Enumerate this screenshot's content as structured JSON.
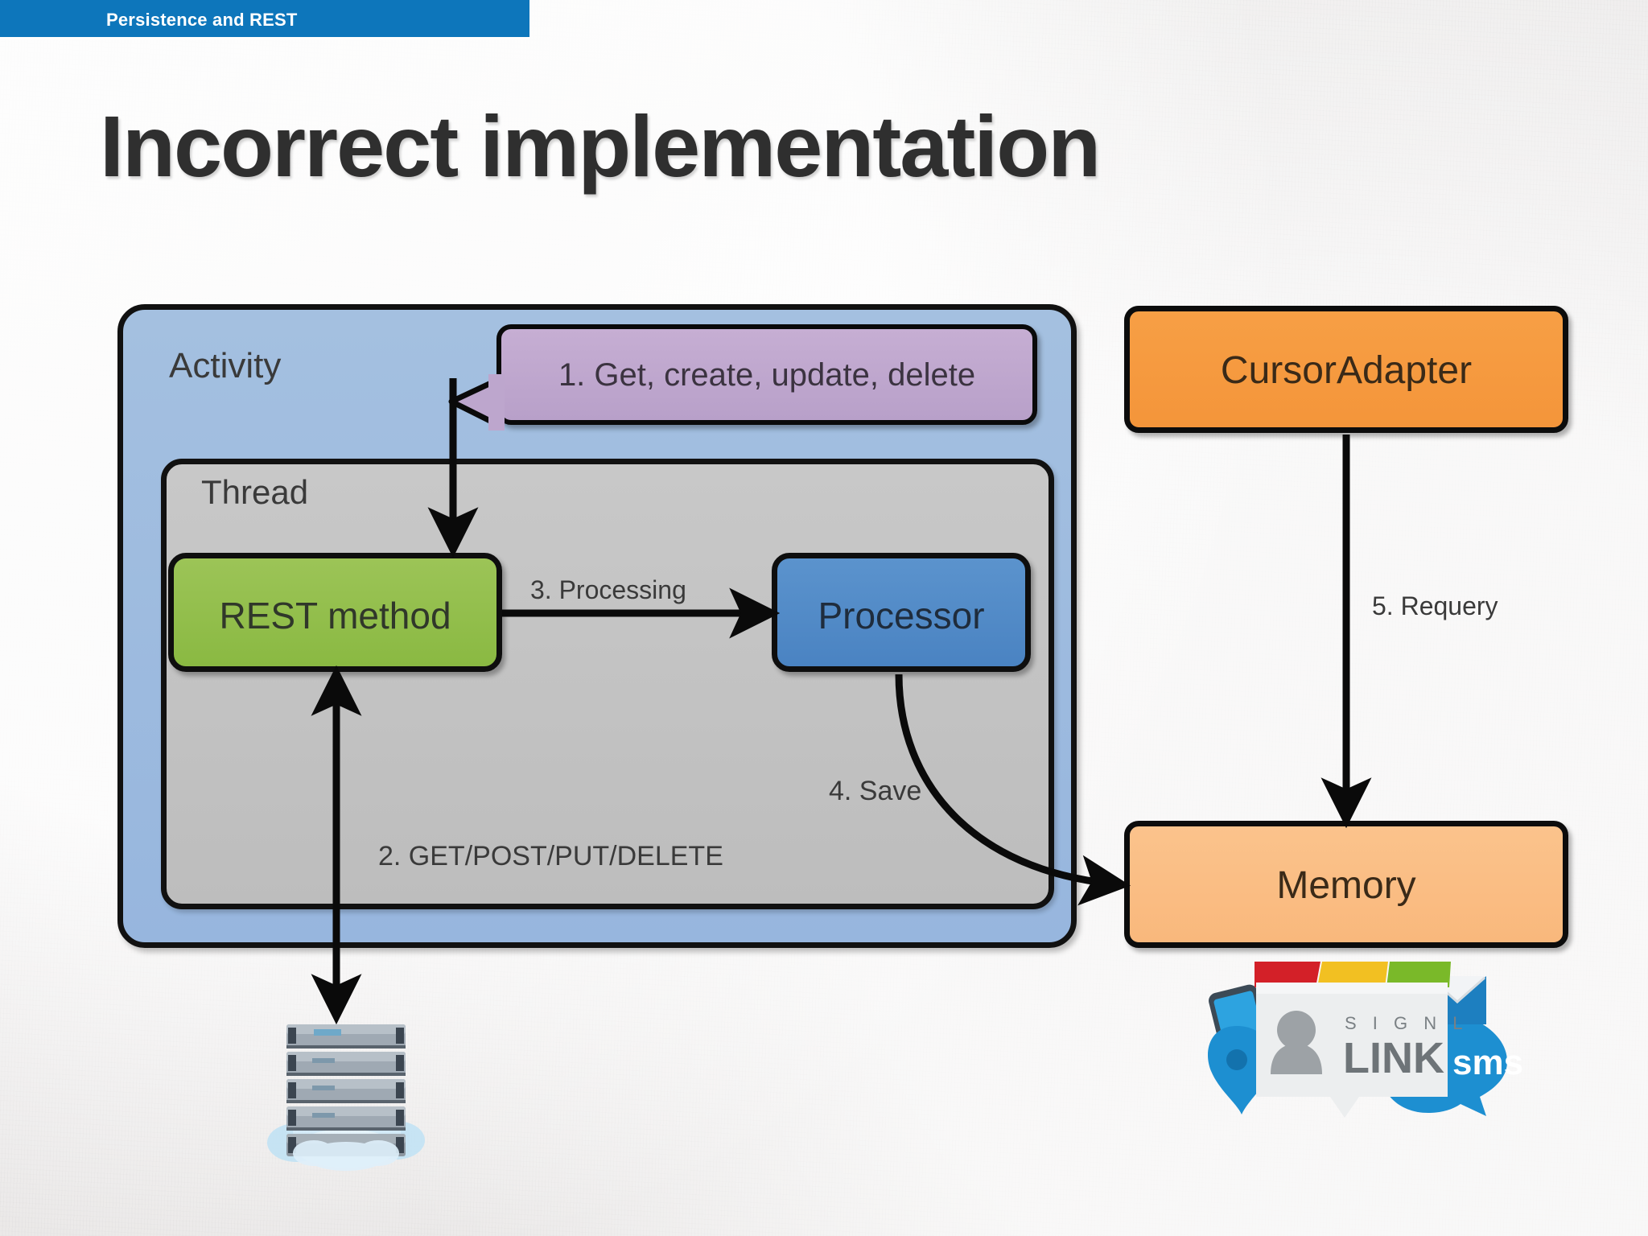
{
  "header": {
    "label": "Persistence and REST",
    "bar_color": "#0d76bb"
  },
  "title": "Incorrect implementation",
  "diagram": {
    "containers": [
      {
        "name": "activity",
        "label": "Activity",
        "fill": "#9db9de"
      },
      {
        "name": "thread",
        "label": "Thread",
        "fill": "#c3c3c3"
      }
    ],
    "callout": {
      "label": "1. Get, create, update, delete",
      "fill": "#bda6cd"
    },
    "nodes": [
      {
        "name": "rest-method",
        "label": "REST method",
        "fill": "#94c04d"
      },
      {
        "name": "processor",
        "label": "Processor",
        "fill": "#5089c7"
      },
      {
        "name": "cursor-adapter",
        "label": "CursorAdapter",
        "fill": "#f69a3f"
      },
      {
        "name": "memory",
        "label": "Memory",
        "fill": "#fabd83"
      }
    ],
    "edges": [
      {
        "name": "processing",
        "label": "3. Processing",
        "from": "rest-method",
        "to": "processor"
      },
      {
        "name": "save",
        "label": "4. Save",
        "from": "processor",
        "to": "memory"
      },
      {
        "name": "http-methods",
        "label": "2. GET/POST/PUT/DELETE",
        "from": "rest-method",
        "to": "server"
      },
      {
        "name": "requery",
        "label": "5. Requery",
        "from": "cursor-adapter",
        "to": "memory"
      }
    ]
  },
  "icons": {
    "server": "server-rack-cloud-icon",
    "logo": "signl-link-sms-logo"
  },
  "logo": {
    "brand_top": "S I G N L",
    "brand_main": "LINK",
    "bubble_text": "sms"
  }
}
